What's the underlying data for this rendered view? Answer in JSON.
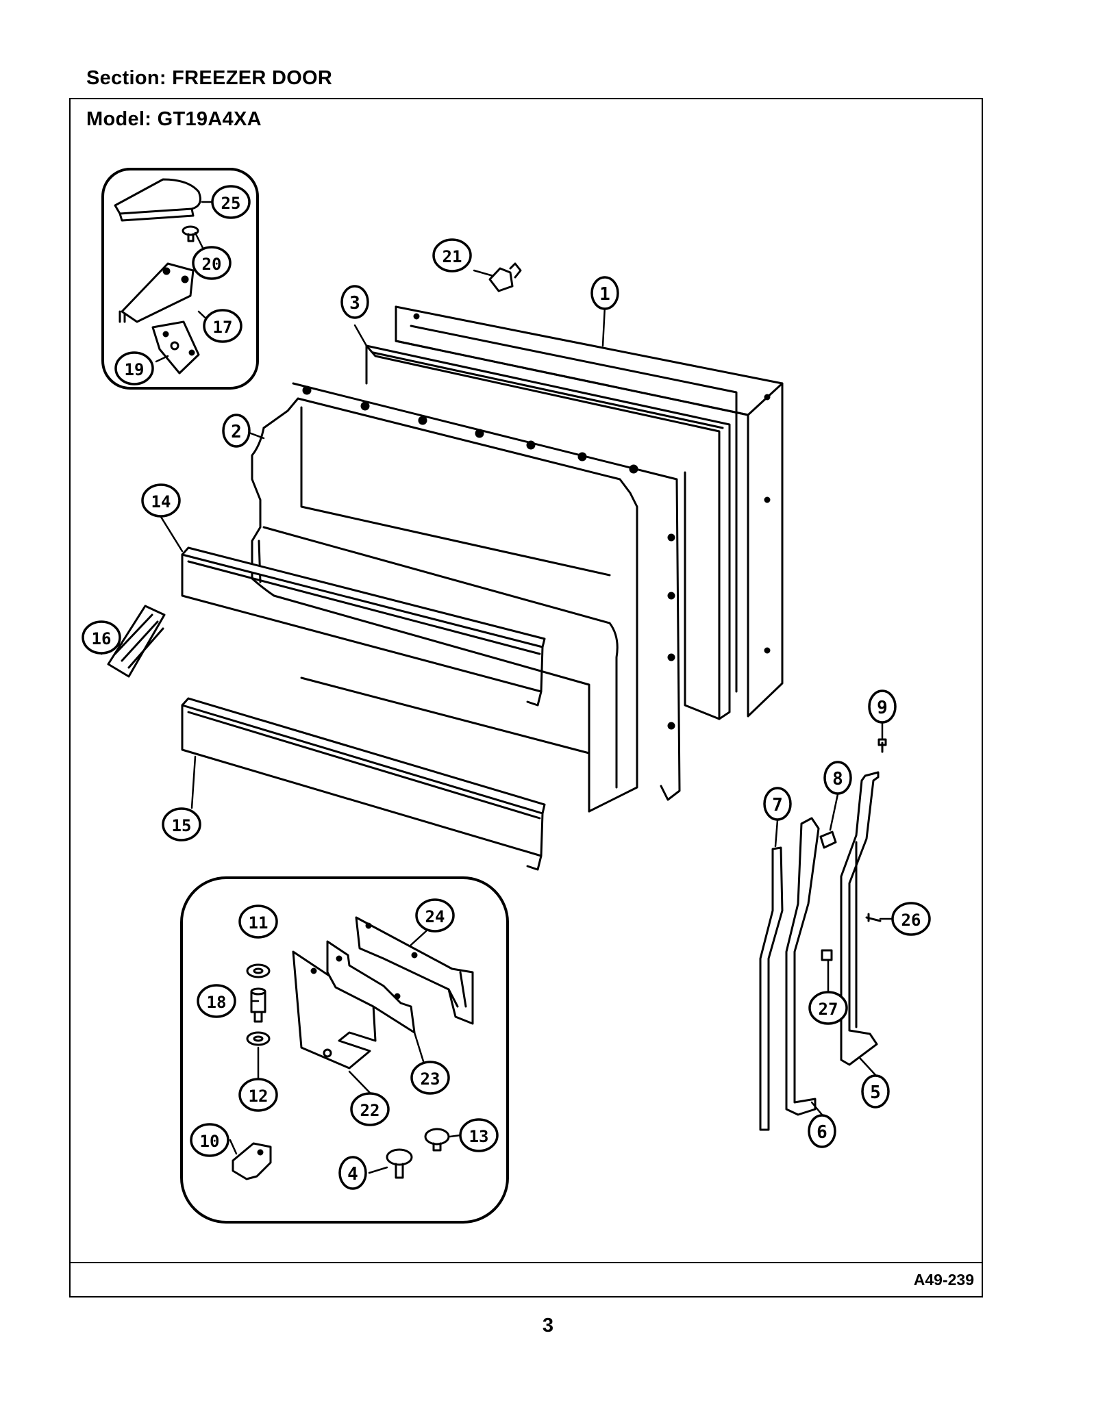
{
  "header": {
    "section": "Section:  FREEZER DOOR",
    "model": "Model:  GT19A4XA"
  },
  "footer": {
    "drawing_number": "A49-239",
    "page_number": "3"
  },
  "callouts": [
    {
      "id": "callout-1",
      "label": "1"
    },
    {
      "id": "callout-2",
      "label": "2"
    },
    {
      "id": "callout-3",
      "label": "3"
    },
    {
      "id": "callout-4",
      "label": "4"
    },
    {
      "id": "callout-5",
      "label": "5"
    },
    {
      "id": "callout-6",
      "label": "6"
    },
    {
      "id": "callout-7",
      "label": "7"
    },
    {
      "id": "callout-8",
      "label": "8"
    },
    {
      "id": "callout-9",
      "label": "9"
    },
    {
      "id": "callout-10",
      "label": "10"
    },
    {
      "id": "callout-11",
      "label": "11"
    },
    {
      "id": "callout-12",
      "label": "12"
    },
    {
      "id": "callout-13",
      "label": "13"
    },
    {
      "id": "callout-14",
      "label": "14"
    },
    {
      "id": "callout-15",
      "label": "15"
    },
    {
      "id": "callout-16",
      "label": "16"
    },
    {
      "id": "callout-17",
      "label": "17"
    },
    {
      "id": "callout-18",
      "label": "18"
    },
    {
      "id": "callout-19",
      "label": "19"
    },
    {
      "id": "callout-20",
      "label": "20"
    },
    {
      "id": "callout-21",
      "label": "21"
    },
    {
      "id": "callout-22",
      "label": "22"
    },
    {
      "id": "callout-23",
      "label": "23"
    },
    {
      "id": "callout-24",
      "label": "24"
    },
    {
      "id": "callout-25",
      "label": "25"
    },
    {
      "id": "callout-26",
      "label": "26"
    },
    {
      "id": "callout-27",
      "label": "27"
    }
  ]
}
